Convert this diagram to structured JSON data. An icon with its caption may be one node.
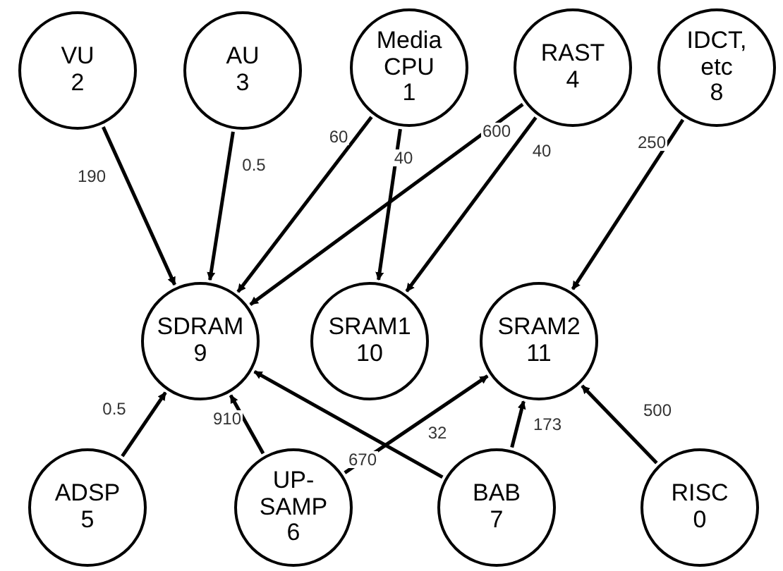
{
  "diagram": {
    "nodes": [
      {
        "text": [
          "VU",
          "2"
        ]
      },
      {
        "text": [
          "AU",
          "3"
        ]
      },
      {
        "text": [
          "Media CPU",
          "1"
        ]
      },
      {
        "text": [
          "RAST",
          "4"
        ]
      },
      {
        "text": [
          "IDCT, etc",
          "8"
        ]
      },
      {
        "text": [
          "SDRAM",
          "9"
        ]
      },
      {
        "text": [
          "SRAM1",
          "10"
        ]
      },
      {
        "text": [
          "SRAM2",
          "11"
        ]
      },
      {
        "text": [
          "ADSP",
          "5"
        ]
      },
      {
        "text": [
          "UP- SAMP",
          "6"
        ]
      },
      {
        "text": [
          "BAB",
          "7"
        ]
      },
      {
        "text": [
          "RISC",
          "0"
        ]
      }
    ],
    "edges": [
      {
        "from": 0,
        "to": 5,
        "arrow": "to",
        "label": "190"
      },
      {
        "from": 1,
        "to": 5,
        "arrow": "to",
        "label": "0.5"
      },
      {
        "from": 2,
        "to": 5,
        "arrow": "to",
        "label": "60"
      },
      {
        "from": 2,
        "to": 6,
        "arrow": "to",
        "label": "40"
      },
      {
        "from": 3,
        "to": 5,
        "arrow": "to",
        "label": "600"
      },
      {
        "from": 3,
        "to": 6,
        "arrow": "to",
        "label": "40"
      },
      {
        "from": 4,
        "to": 7,
        "arrow": "to",
        "label": "250"
      },
      {
        "from": 8,
        "to": 5,
        "arrow": "to",
        "label": "0.5"
      },
      {
        "from": 9,
        "to": 5,
        "arrow": "to",
        "label": "910"
      },
      {
        "from": 9,
        "to": 7,
        "arrow": "to",
        "label": "670"
      },
      {
        "from": 10,
        "to": 5,
        "arrow": "to",
        "label": "32"
      },
      {
        "from": 10,
        "to": 7,
        "arrow": "to",
        "label": "173"
      },
      {
        "from": 11,
        "to": 7,
        "arrow": "to",
        "label": "500"
      }
    ]
  }
}
